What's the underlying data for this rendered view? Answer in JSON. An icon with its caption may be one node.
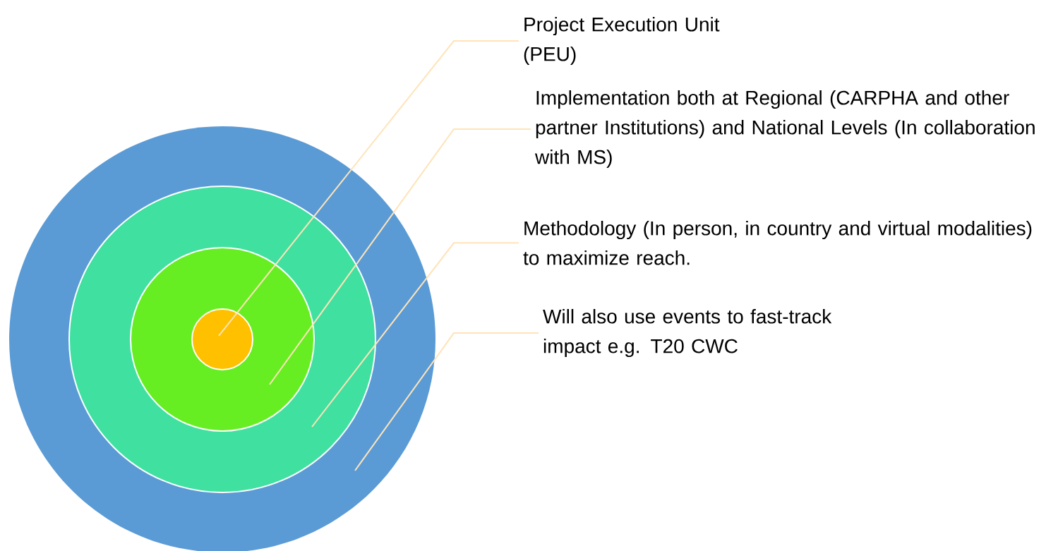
{
  "diagram": {
    "nodes": [
      {
        "text": [],
        "shape": "circle"
      },
      {
        "text": [],
        "shape": "circle",
        "in": 0
      },
      {
        "text": [],
        "shape": "circle",
        "in": 1
      },
      {
        "text": [],
        "shape": "circle",
        "in": 2
      },
      {
        "text": [
          "Project Execution Unit (PEU)"
        ]
      },
      {
        "text": [
          "Implementation both at Regional (CARPHA and other partner Institutions) and National Levels (In collaboration with MS)"
        ]
      },
      {
        "text": [
          "Methodology (In person, in country and virtual modalities) to maximize reach."
        ]
      },
      {
        "text": [
          "Will also use events to fast-track impact e.g. T20 CWC"
        ]
      }
    ],
    "edges": [
      {
        "from": 4,
        "to": 3,
        "arrow": "none"
      },
      {
        "from": 5,
        "to": 2,
        "arrow": "none"
      },
      {
        "from": 6,
        "to": 1,
        "arrow": "none"
      },
      {
        "from": 7,
        "to": 0,
        "arrow": "none"
      }
    ]
  }
}
